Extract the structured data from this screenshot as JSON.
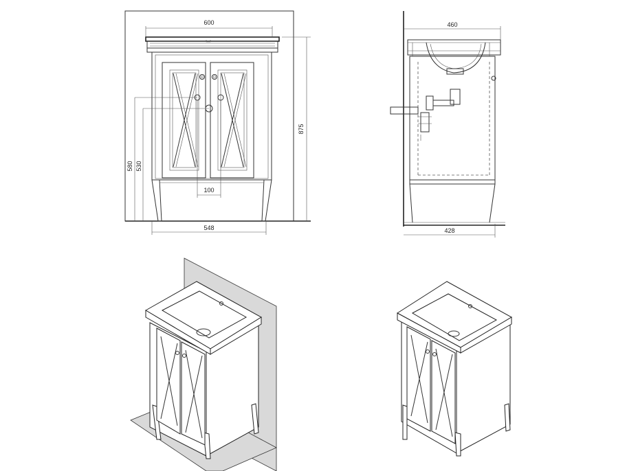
{
  "front_view": {
    "dim_width_top": "600",
    "dim_width_bottom": "548",
    "dim_height_total": "875",
    "dim_height_580": "580",
    "dim_height_530": "530",
    "dim_spacing": "100"
  },
  "side_view": {
    "dim_depth_top": "460",
    "dim_depth_bottom": "428"
  }
}
